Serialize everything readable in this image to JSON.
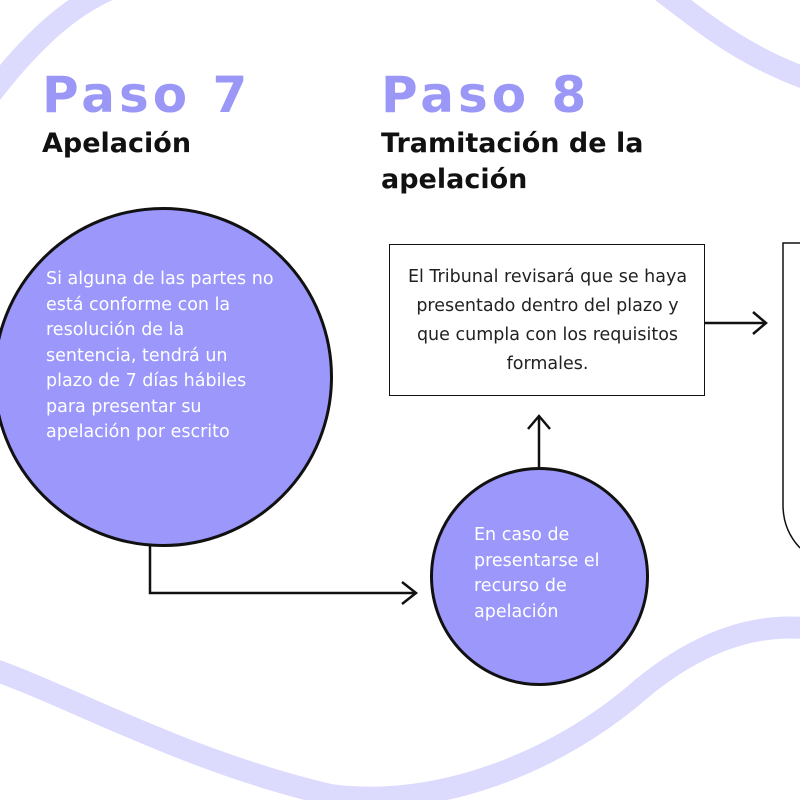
{
  "steps": [
    {
      "number": "Paso 7",
      "title": "Apelación",
      "description": "Si alguna de las partes no está conforme con la resolución de la sentencia, tendrá un plazo de 7 días hábiles para presentar su apelación por escrito"
    },
    {
      "number": "Paso 8",
      "title": "Tramitación de la apelación",
      "condition": "En caso de presentarse el recurso de apelación",
      "description": "El Tribunal revisará que se haya presentado dentro del plazo y que cumpla con los requisitos formales."
    }
  ],
  "colors": {
    "accent": "#9b97f7",
    "circle_fill": "#9b97fb",
    "wave": "#dcdafd",
    "outline": "#111111"
  }
}
